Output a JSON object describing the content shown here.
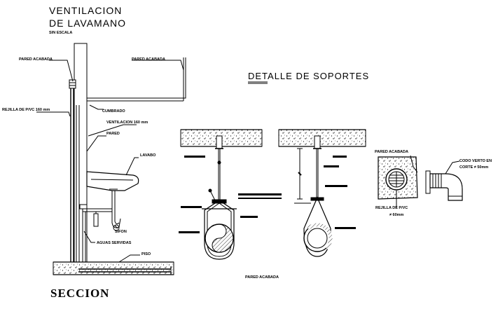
{
  "title": {
    "line1": "VENTILACION",
    "line2": "DE  LAVAMANO",
    "scale": "SIN ESCALA"
  },
  "section_label": "SECCION",
  "detail_title": "DETALLE  DE  SOPORTES",
  "labels": {
    "pared_acabada_left": "PARED ACABADA",
    "pared_acabada_top": "PARED ACABADA",
    "rejilla_pvc_left": "REJILLA DE P/VC 160 mm",
    "cumbrado": "CUMBRADO",
    "ventilacion": "VENTILACION 160 mm",
    "pared": "PARED",
    "lavabo": "LAVABO",
    "sifon": "SIFON",
    "aguas_servidas": "AGUAS SERVIDAS",
    "piso": "PISO",
    "pared_acabada_bottom": "PARED ACABADA",
    "pared_acabada_right": "PARED ACABADA",
    "codo_line1": "CODO VERTO EN",
    "codo_line2": "CORTE ≠ 50mm",
    "rejilla_pvc_right": "REJILLA DE P/VC",
    "rejilla_size": "≠ 60mm"
  }
}
